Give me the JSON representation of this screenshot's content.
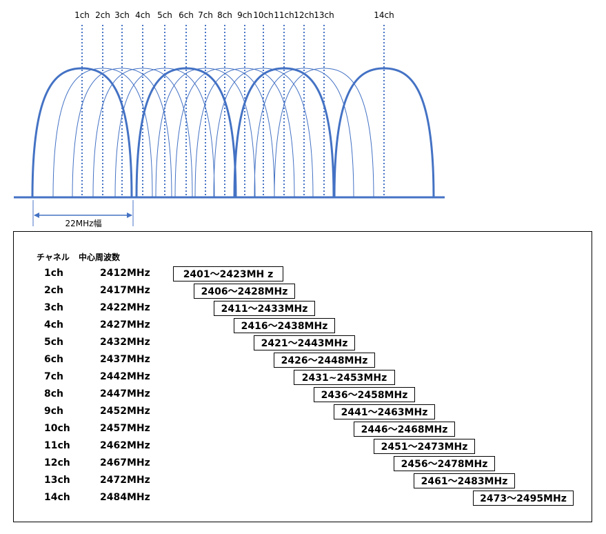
{
  "diagram": {
    "channel_labels": [
      "1ch",
      "2ch",
      "3ch",
      "4ch",
      "5ch",
      "6ch",
      "7ch",
      "8ch",
      "9ch",
      "10ch",
      "11ch",
      "12ch",
      "13ch",
      "14ch"
    ],
    "bandwidth_label": "22MHz幅",
    "thick_channels": [
      "1ch",
      "6ch",
      "11ch",
      "14ch"
    ],
    "colors": {
      "curve": "#4472c4",
      "dotted_line": "#4472c4",
      "baseline": "#4472c4"
    }
  },
  "table": {
    "header_channel": "チャネル",
    "header_center": "中心周波数",
    "rows": [
      {
        "ch": "1ch",
        "center": "2412MHz",
        "range": "2401～2423MH z"
      },
      {
        "ch": "2ch",
        "center": "2417MHz",
        "range": "2406～2428MHz"
      },
      {
        "ch": "3ch",
        "center": "2422MHz",
        "range": "2411～2433MHz"
      },
      {
        "ch": "4ch",
        "center": "2427MHz",
        "range": "2416～2438MHz"
      },
      {
        "ch": "5ch",
        "center": "2432MHz",
        "range": "2421～2443MHz"
      },
      {
        "ch": "6ch",
        "center": "2437MHz",
        "range": "2426～2448MHz"
      },
      {
        "ch": "7ch",
        "center": "2442MHz",
        "range": "2431~2453MHz"
      },
      {
        "ch": "8ch",
        "center": "2447MHz",
        "range": "2436～2458MHz"
      },
      {
        "ch": "9ch",
        "center": "2452MHz",
        "range": "2441～2463MHz"
      },
      {
        "ch": "10ch",
        "center": "2457MHz",
        "range": "2446～2468MHz"
      },
      {
        "ch": "11ch",
        "center": "2462MHz",
        "range": "2451～2473MHz"
      },
      {
        "ch": "12ch",
        "center": "2467MHz",
        "range": "2456～2478MHz"
      },
      {
        "ch": "13ch",
        "center": "2472MHz",
        "range": "2461～2483MHz"
      },
      {
        "ch": "14ch",
        "center": "2484MHz",
        "range": "2473～2495MHz"
      }
    ]
  }
}
